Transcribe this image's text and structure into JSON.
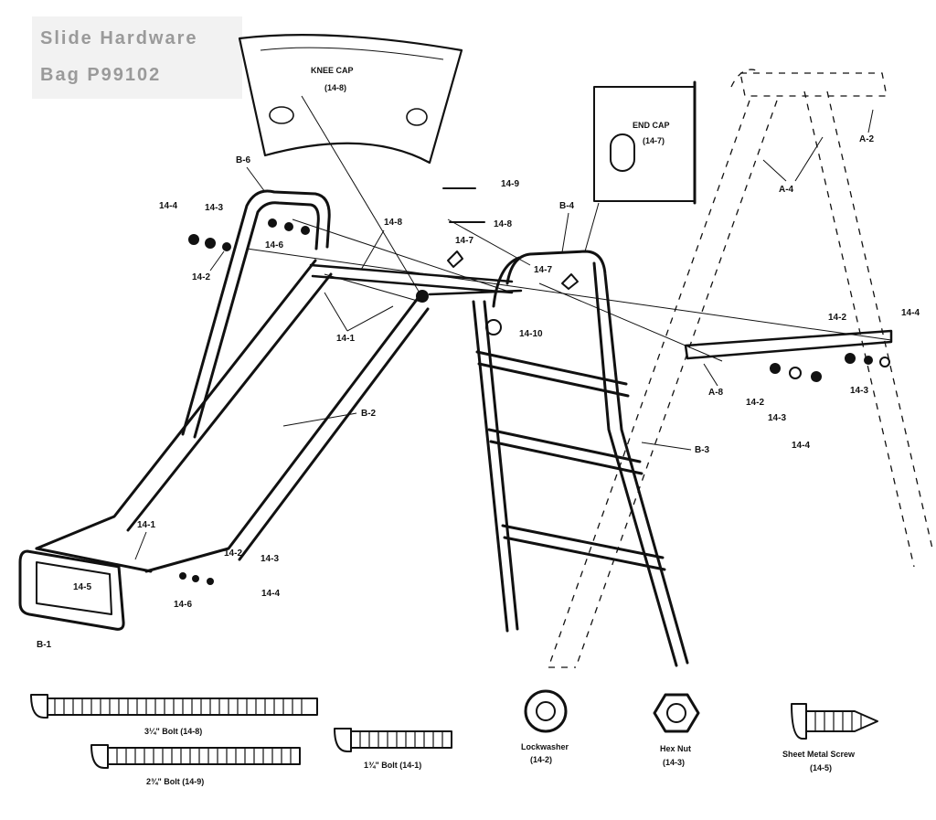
{
  "title": {
    "line1": "Slide Hardware",
    "line2": "Bag P99102"
  },
  "caps": {
    "knee_cap": {
      "name": "KNEE CAP",
      "code": "(14-8)"
    },
    "end_cap": {
      "name": "END CAP",
      "code": "(14-7)"
    }
  },
  "labels": {
    "a2": "A-2",
    "a4": "A-4",
    "a8": "A-8",
    "b1": "B-1",
    "b2": "B-2",
    "b3": "B-3",
    "b4": "B-4",
    "b6": "B-6",
    "h14_1_top": "14-1",
    "h14_1_bottom": "14-1",
    "h14_2_a": "14-2",
    "h14_2_b": "14-2",
    "h14_2_c": "14-2",
    "h14_2_d": "14-2",
    "h14_3_a": "14-3",
    "h14_3_b": "14-3",
    "h14_3_c": "14-3",
    "h14_3_d": "14-3",
    "h14_4_a": "14-4",
    "h14_4_b": "14-4",
    "h14_4_c": "14-4",
    "h14_4_d": "14-4",
    "h14_5": "14-5",
    "h14_6_a": "14-6",
    "h14_6_b": "14-6",
    "h14_7_a": "14-7",
    "h14_7_b": "14-7",
    "h14_8_a": "14-8",
    "h14_8_b": "14-8",
    "h14_9": "14-9",
    "h14_10": "14-10"
  },
  "hardware_key": {
    "bolt_3_25": {
      "label": "3¼\" Bolt (14-8)"
    },
    "bolt_2_75": {
      "label": "2¾\" Bolt (14-9)"
    },
    "bolt_1_75": {
      "label": "1¾\" Bolt (14-1)"
    },
    "lockwasher": {
      "name": "Lockwasher",
      "code": "(14-2)"
    },
    "hex_nut": {
      "name": "Hex Nut",
      "code": "(14-3)"
    },
    "sheet_metal_screw": {
      "name": "Sheet Metal Screw",
      "code": "(14-5)"
    }
  }
}
